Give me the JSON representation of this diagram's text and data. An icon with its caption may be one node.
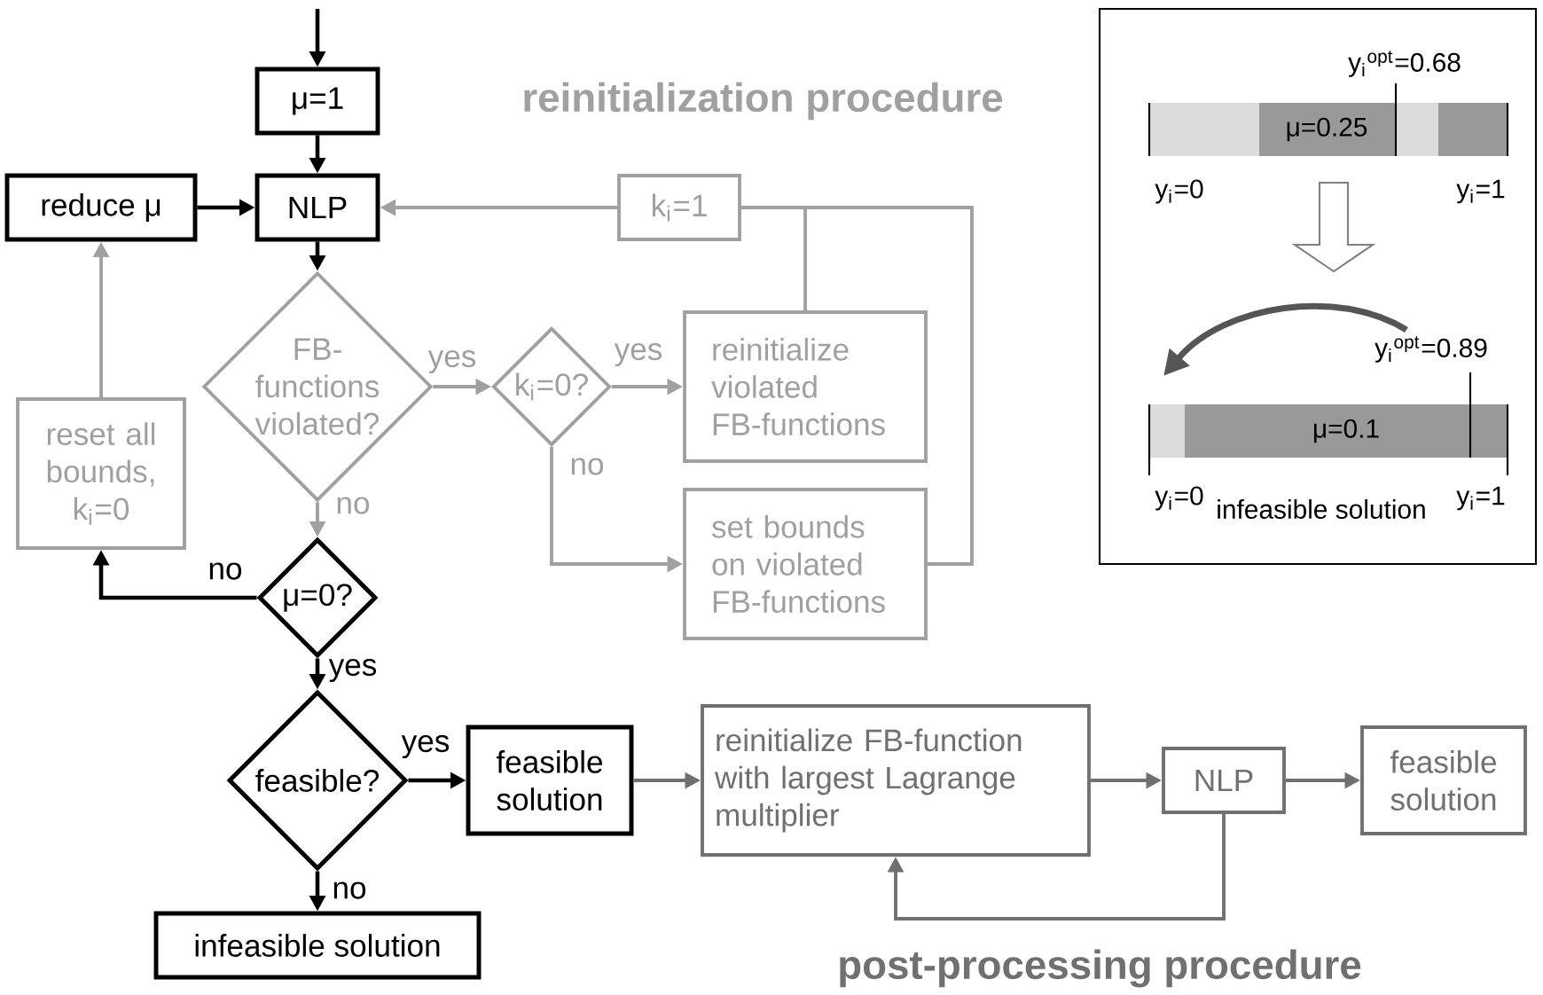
{
  "diagram": {
    "nodes": [
      {
        "text": [
          "μ=1"
        ]
      },
      {
        "text": [
          "reduce μ"
        ]
      },
      {
        "text": [
          "NLP"
        ]
      },
      {
        "text": [
          "FB-functions violated?"
        ]
      },
      {
        "text": [
          "k$_{i}$=0?"
        ]
      },
      {
        "text": [
          "reinitialize violated FB-functions"
        ]
      },
      {
        "text": [
          "k$_{i}$=1"
        ]
      },
      {
        "text": [
          "set bounds on violated FB-functions"
        ]
      },
      {
        "text": [
          "reset all bounds, k$_{i}$=0"
        ]
      },
      {
        "text": [
          "μ=0?"
        ]
      },
      {
        "text": [
          "feasible?"
        ]
      },
      {
        "text": [
          "feasible solution"
        ]
      },
      {
        "text": [
          "infeasible solution"
        ]
      },
      {
        "text": [
          "reinitialize FB-function with largest Lagrange multiplier"
        ]
      },
      {
        "text": [
          "NLP"
        ]
      },
      {
        "text": [
          "feasible solution"
        ]
      }
    ],
    "edges": [
      {
        "from": null,
        "to": 0,
        "arrow": "to"
      },
      {
        "from": 0,
        "to": 2,
        "arrow": "to"
      },
      {
        "from": 1,
        "to": 2,
        "arrow": "to"
      },
      {
        "from": 2,
        "to": 3,
        "arrow": "to"
      },
      {
        "from": 3,
        "to": 4,
        "arrow": "to",
        "label": "yes",
        "color": "#a0a0a0"
      },
      {
        "from": 4,
        "to": 5,
        "arrow": "to",
        "label": "yes",
        "color": "#a0a0a0"
      },
      {
        "from": 4,
        "to": 7,
        "arrow": "to",
        "label": "no",
        "color": "#a0a0a0"
      },
      {
        "from": 5,
        "to": 6,
        "arrow": "none",
        "color": "#a0a0a0"
      },
      {
        "from": 7,
        "to": 6,
        "arrow": "none",
        "color": "#a0a0a0"
      },
      {
        "from": 6,
        "to": 2,
        "arrow": "to",
        "color": "#a0a0a0"
      },
      {
        "from": 3,
        "to": 9,
        "arrow": "to",
        "label": "no",
        "color": "#a0a0a0"
      },
      {
        "from": 9,
        "to": 8,
        "arrow": "to",
        "label": "no"
      },
      {
        "from": 8,
        "to": 1,
        "arrow": "to",
        "color": "#a0a0a0"
      },
      {
        "from": 9,
        "to": 10,
        "arrow": "to",
        "label": "yes"
      },
      {
        "from": 10,
        "to": 11,
        "arrow": "to",
        "label": "yes"
      },
      {
        "from": 10,
        "to": 12,
        "arrow": "to",
        "label": "no"
      },
      {
        "from": 11,
        "to": 13,
        "arrow": "to",
        "color": "#707070"
      },
      {
        "from": 13,
        "to": 14,
        "arrow": "to",
        "color": "#707070"
      },
      {
        "from": 14,
        "to": 15,
        "arrow": "to",
        "color": "#707070"
      },
      {
        "from": 14,
        "to": 13,
        "arrow": "to",
        "color": "#707070"
      }
    ],
    "labels": [
      "reinitialization procedure",
      "y$_{i}$$^{opt}$=0.68",
      "μ=0.25",
      "y$_{i}$=0",
      "y$_{i}$=1",
      "y$_{i}$$^{opt}$=0.89",
      "μ=0.1",
      "y$_{i}$=0",
      "infeasible solution",
      "y$_{i}$=1",
      "post-processing procedure"
    ]
  }
}
